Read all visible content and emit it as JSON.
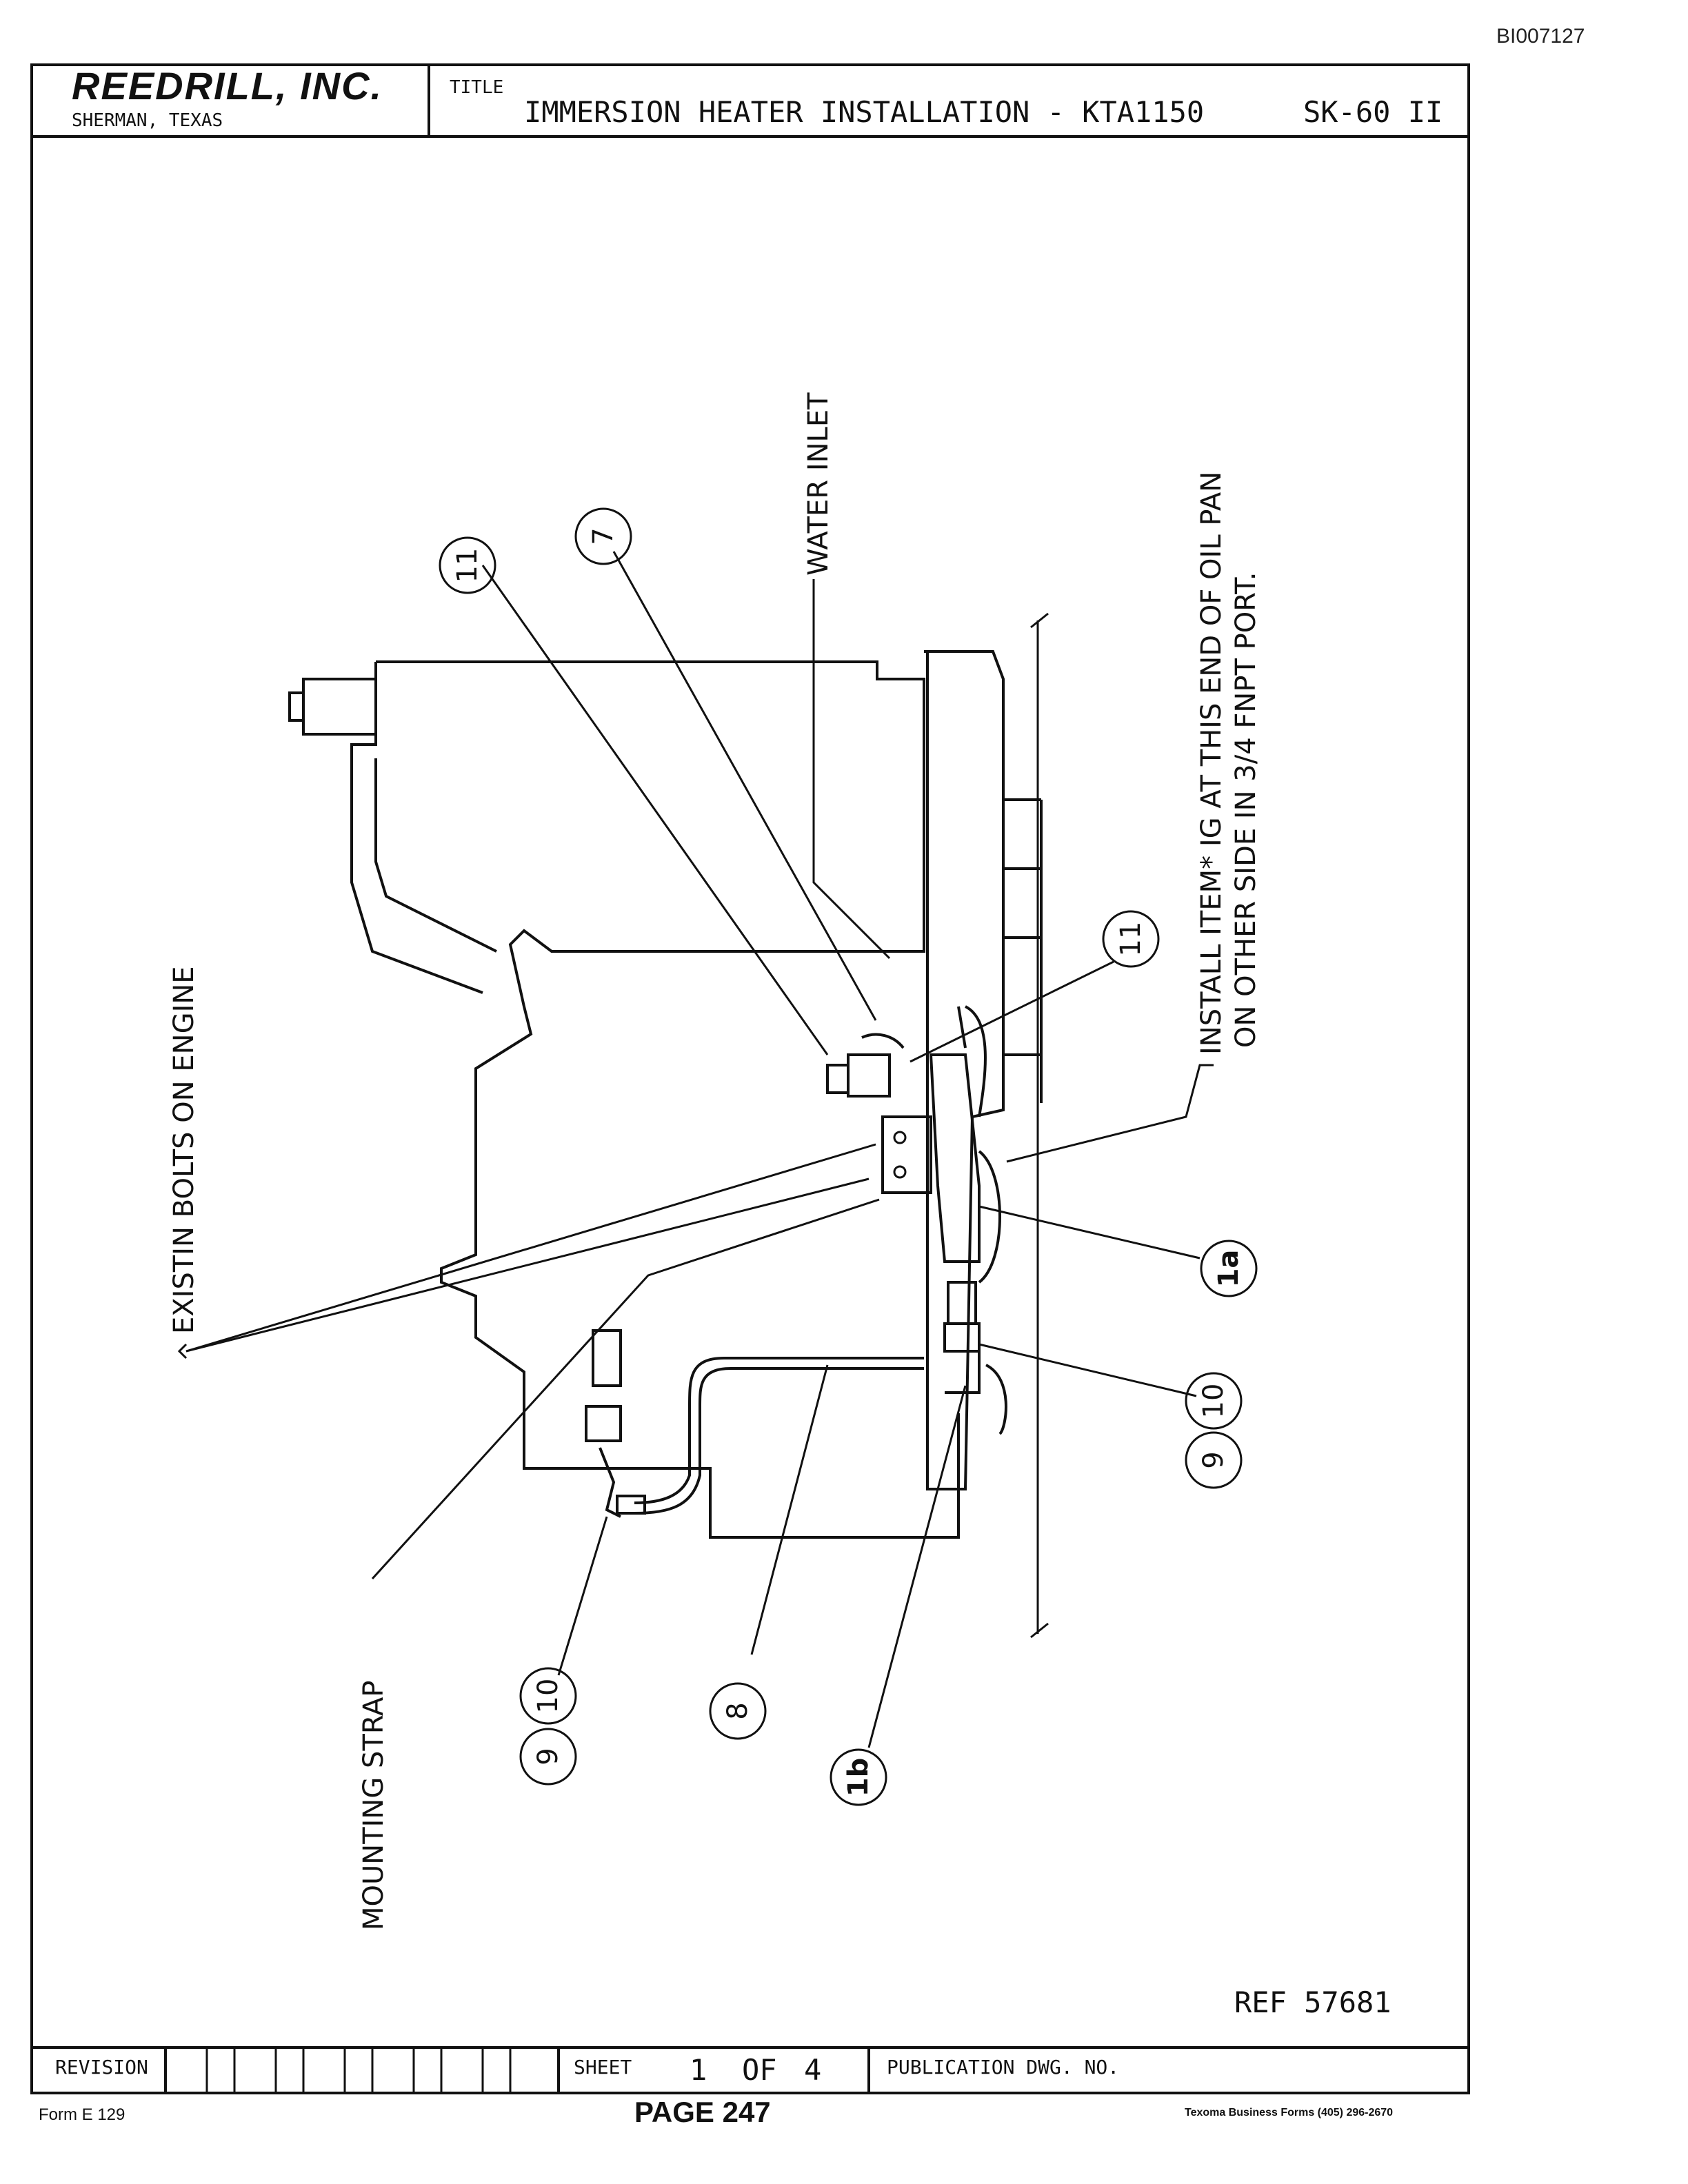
{
  "stamp": "BI007127",
  "title_block": {
    "company": "REEDRILL, INC.",
    "location": "SHERMAN, TEXAS",
    "title_label": "TITLE",
    "title": "IMMERSION HEATER INSTALLATION - KTA1150",
    "drawing_number": "SK-60 II"
  },
  "labels": {
    "water_inlet": "WATER INLET",
    "install_line1": "INSTALL ITEM* IG AT THIS END OF OIL PAN",
    "install_line2": "ON OTHER SIDE IN 3/4 FNPT PORT.",
    "existing_bolts": "EXISTIN BOLTS ON ENGINE",
    "mounting_strap": "MOUNTING STRAP"
  },
  "balloons": {
    "b11_top": "11",
    "b7": "7",
    "b11_right": "11",
    "b1a": "1a",
    "b10_right": "10",
    "b9_right": "9",
    "b10_left": "10",
    "b9_left": "9",
    "b8": "8",
    "b1b": "1b"
  },
  "footer": {
    "ref": "REF 57681",
    "revision_label": "REVISION",
    "sheet_label": "SHEET",
    "sheet_number": "1",
    "sheet_of": "OF",
    "sheet_total": "4",
    "publication_label": "PUBLICATION DWG. NO.",
    "form_number": "Form E 129",
    "page": "PAGE 247",
    "printer": "Texoma Business Forms (405) 296-2670"
  }
}
